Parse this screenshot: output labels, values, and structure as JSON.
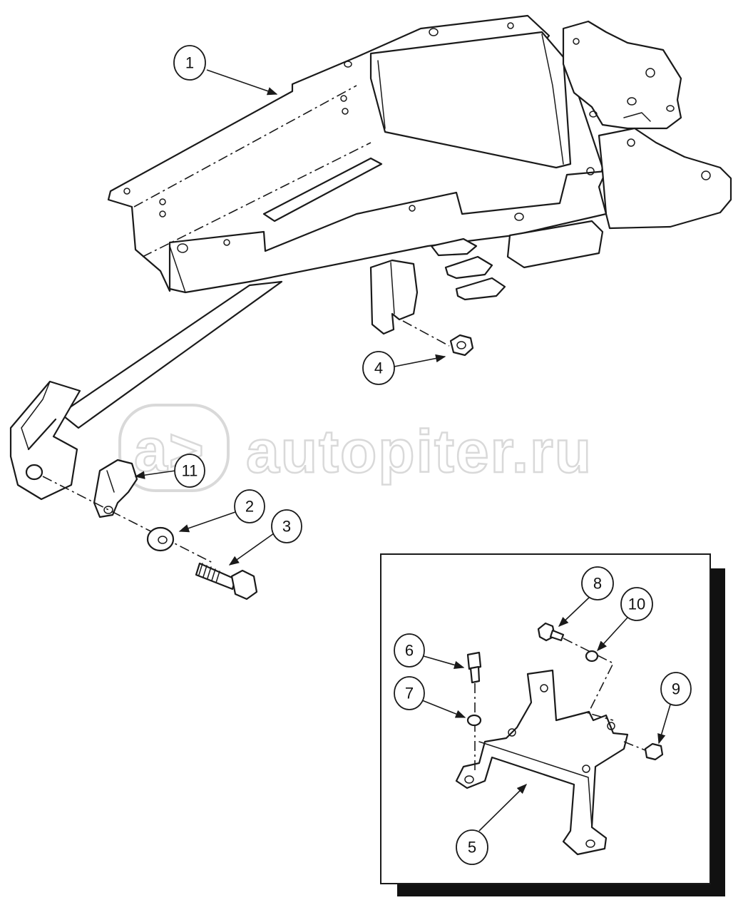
{
  "watermark": {
    "logo_text": "a>",
    "text": "autopiter.ru"
  },
  "callouts": [
    {
      "id": "c1",
      "label": "1"
    },
    {
      "id": "c2",
      "label": "2"
    },
    {
      "id": "c3",
      "label": "3"
    },
    {
      "id": "c4",
      "label": "4"
    },
    {
      "id": "c5",
      "label": "5"
    },
    {
      "id": "c6",
      "label": "6"
    },
    {
      "id": "c7",
      "label": "7"
    },
    {
      "id": "c8",
      "label": "8"
    },
    {
      "id": "c9",
      "label": "9"
    },
    {
      "id": "c10",
      "label": "10"
    },
    {
      "id": "c11",
      "label": "11"
    }
  ]
}
